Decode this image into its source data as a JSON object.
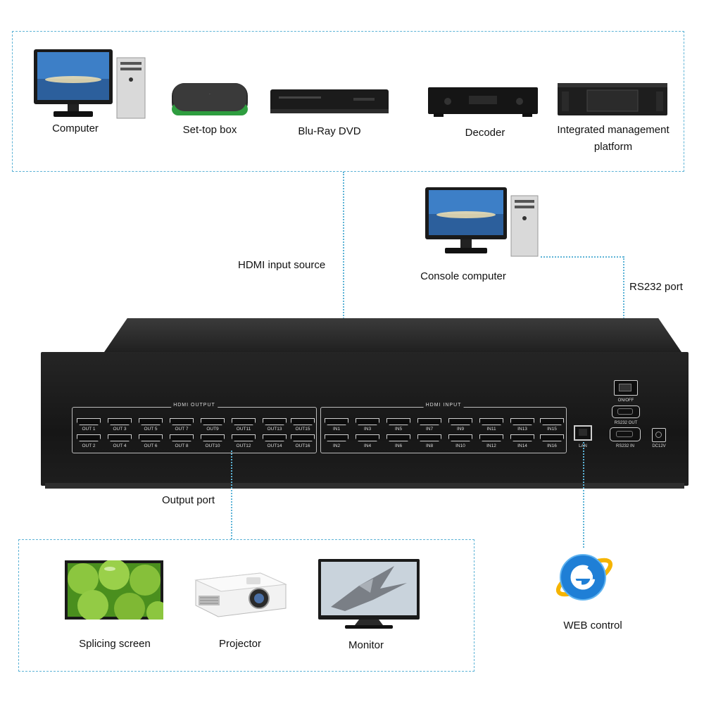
{
  "sources": {
    "items": [
      {
        "label": "Computer"
      },
      {
        "label": "Set-top box"
      },
      {
        "label": "Blu-Ray DVD"
      },
      {
        "label": "Decoder"
      },
      {
        "label": "Integrated management platform",
        "line1": "Integrated management",
        "line2": "platform"
      }
    ]
  },
  "labels": {
    "hdmi_input_source": "HDMI input source",
    "console_computer": "Console computer",
    "rs232_port": "RS232 port",
    "output_port": "Output port",
    "web_control": "WEB control"
  },
  "device": {
    "hdmi_output_title": "HDMI OUTPUT",
    "hdmi_input_title": "HDMI INPUT",
    "outputs_top": [
      "OUT 1",
      "OUT 3",
      "OUT 5",
      "OUT 7",
      "OUT9",
      "OUT11",
      "OUT13",
      "OUT15"
    ],
    "outputs_bottom": [
      "OUT 2",
      "OUT 4",
      "OUT 6",
      "OUT 8",
      "OUT10",
      "OUT12",
      "OUT14",
      "OUT16"
    ],
    "inputs_top": [
      "IN1",
      "IN3",
      "IN5",
      "IN7",
      "IN9",
      "IN11",
      "IN13",
      "IN15"
    ],
    "inputs_bottom": [
      "IN2",
      "IN4",
      "IN6",
      "IN8",
      "IN10",
      "IN12",
      "IN14",
      "IN16"
    ],
    "lan_label": "LAN",
    "power_label": "ON/OFF",
    "rs232_out_label": "RS232 OUT",
    "rs232_in_label": "RS232 IN",
    "dc_label": "DC12V"
  },
  "displays": {
    "items": [
      {
        "label": "Splicing screen"
      },
      {
        "label": "Projector"
      },
      {
        "label": "Monitor"
      }
    ]
  },
  "colors": {
    "dash_accent": "#5db3d6",
    "chassis": "#1c1c1c",
    "ie_blue": "#1f7fd6"
  }
}
